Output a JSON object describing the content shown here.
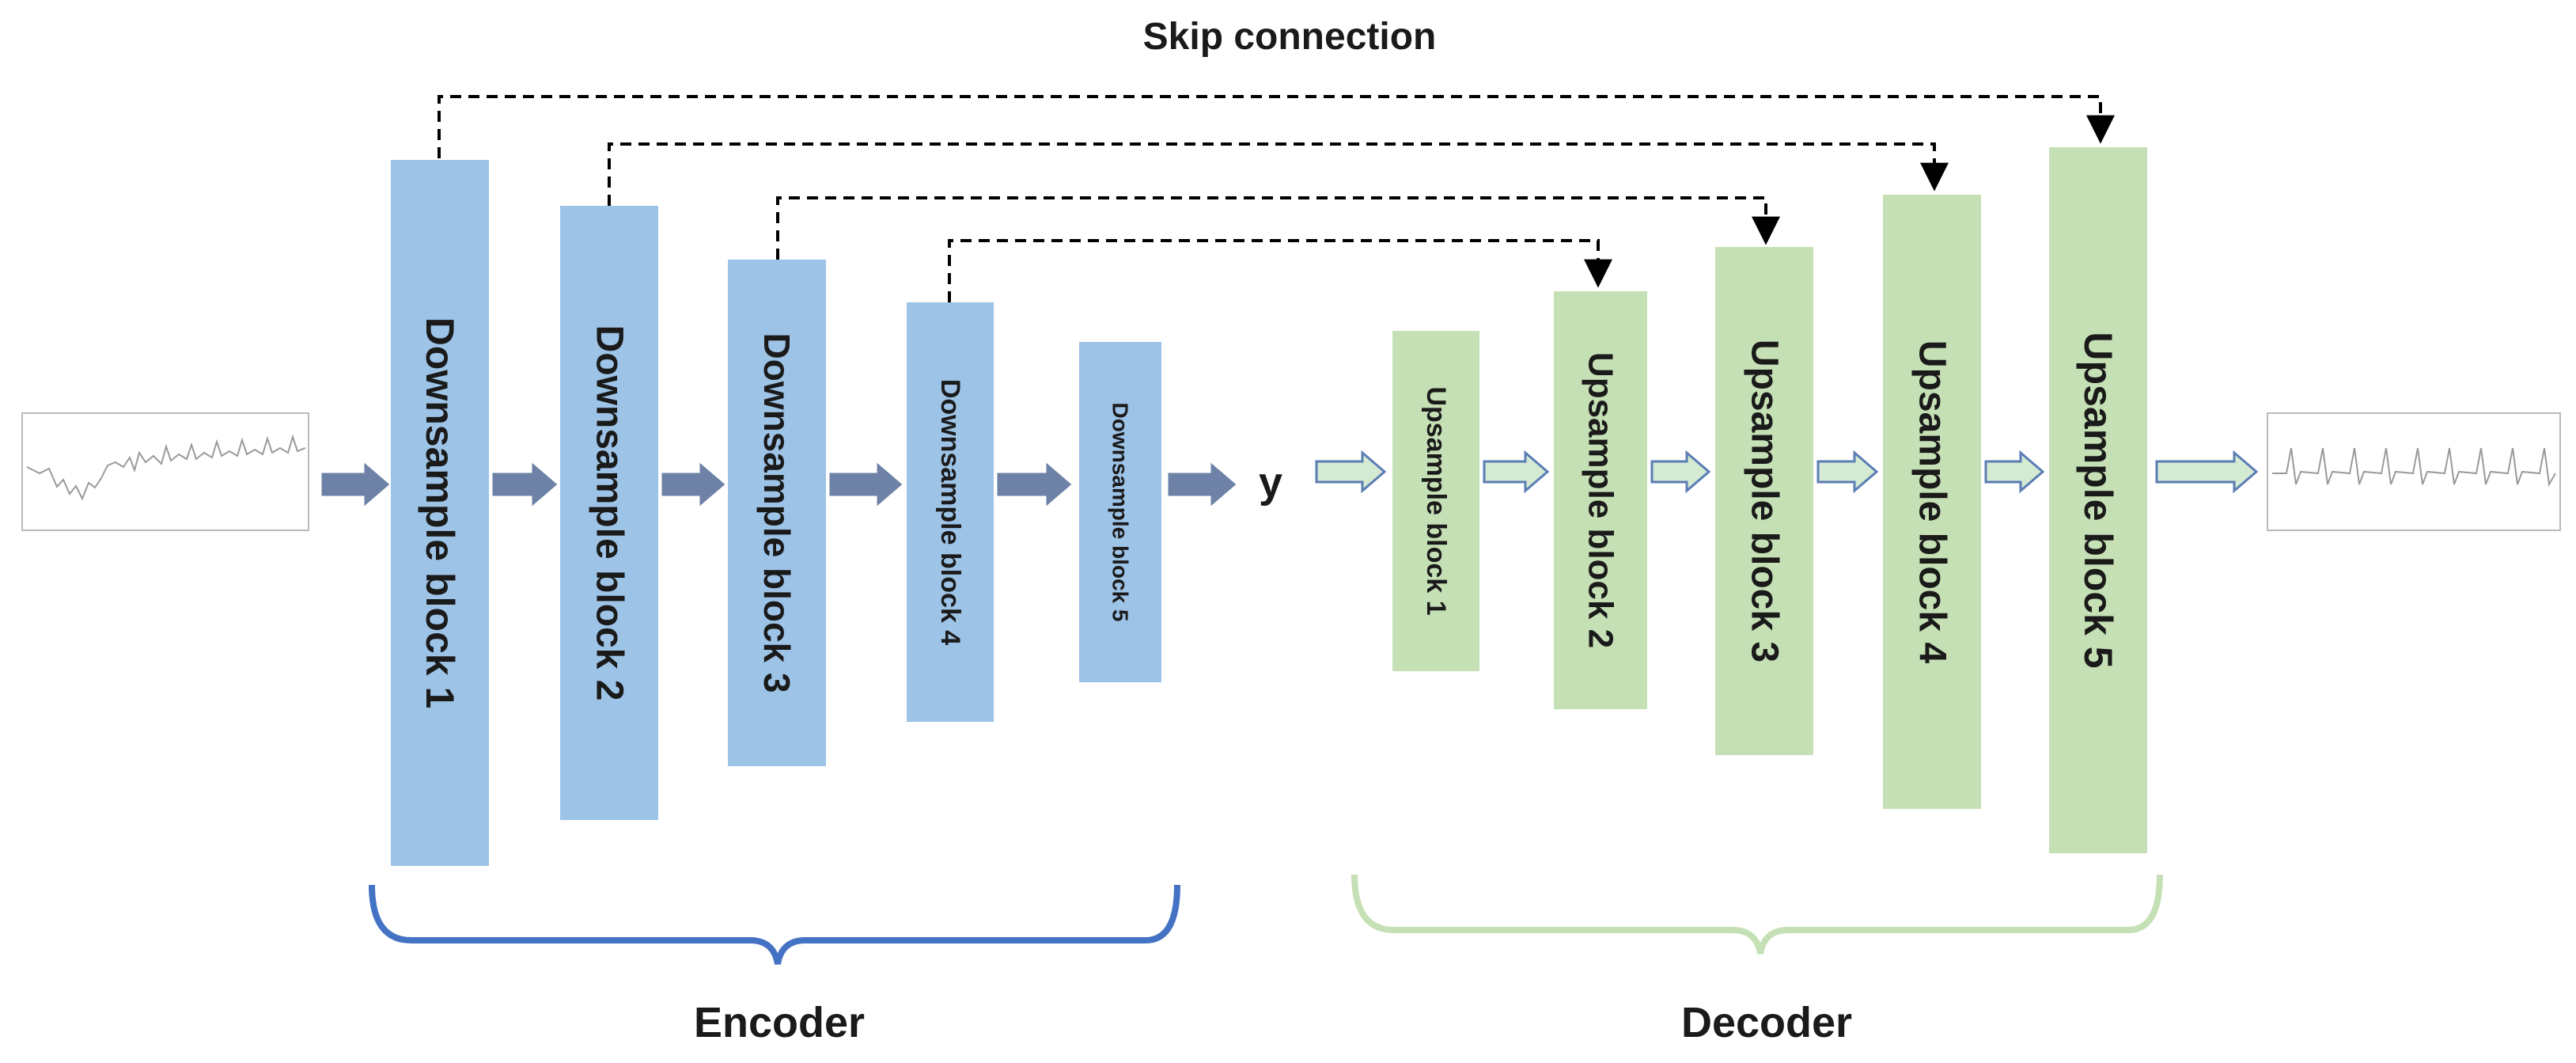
{
  "title": "Skip connection",
  "output_symbol": "y",
  "encoder": {
    "label": "Encoder",
    "color": "#9dc3e6",
    "bracket_color": "#4472c4",
    "arrow_color": "#6d82a6",
    "blocks": [
      {
        "label": "Downsample block 1"
      },
      {
        "label": "Downsample block 2"
      },
      {
        "label": "Downsample block 3"
      },
      {
        "label": "Downsample block 4"
      },
      {
        "label": "Downsample block 5"
      }
    ]
  },
  "decoder": {
    "label": "Decoder",
    "color": "#c5e0b4",
    "bracket_color": "#c5e0b4",
    "arrow_fill": "#d5ead2",
    "arrow_stroke": "#5b7db5",
    "blocks": [
      {
        "label": "Upsample block 1"
      },
      {
        "label": "Upsample block 2"
      },
      {
        "label": "Upsample block 3"
      },
      {
        "label": "Upsample block 4"
      },
      {
        "label": "Upsample block 5"
      }
    ]
  },
  "skip_connections": [
    {
      "from": "Downsample block 1",
      "to": "Upsample block 5"
    },
    {
      "from": "Downsample block 2",
      "to": "Upsample block 4"
    },
    {
      "from": "Downsample block 3",
      "to": "Upsample block 3"
    },
    {
      "from": "Downsample block 4",
      "to": "Upsample block 2"
    }
  ],
  "input_signal": "noisy-ecg-waveform",
  "output_signal": "denoised-ecg-waveform"
}
